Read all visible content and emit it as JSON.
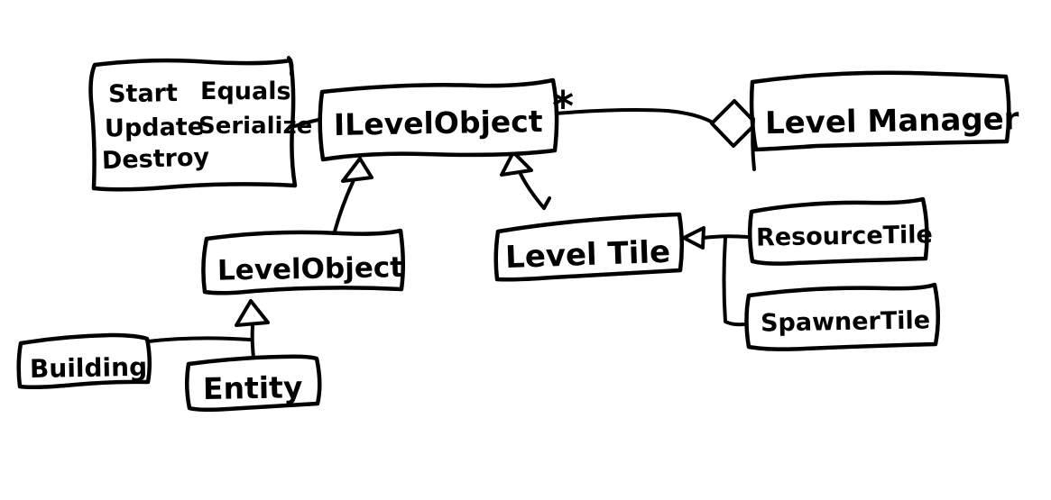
{
  "diagram": {
    "kind": "hand-drawn-uml-class-diagram",
    "colors": {
      "ink": "#000000",
      "paper": "#ffffff"
    },
    "nodes": {
      "methods_note": {
        "column1": [
          "Start",
          "Update",
          "Destroy"
        ],
        "column2": [
          "Equals",
          "Serialize"
        ]
      },
      "ilevel_object": {
        "label": "ILevelObject"
      },
      "level_manager": {
        "label": "Level Manager"
      },
      "level_object": {
        "label": "LevelObject"
      },
      "level_tile": {
        "label": "Level Tile"
      },
      "resource_tile": {
        "label": "ResourceTile"
      },
      "spawner_tile": {
        "label": "SpawnerTile"
      },
      "building": {
        "label": "Building"
      },
      "entity": {
        "label": "Entity"
      }
    },
    "labels": {
      "multiplicity_star": "*"
    },
    "edges": [
      {
        "from": "methods_note",
        "to": "ILevelObject",
        "type": "note-attachment"
      },
      {
        "from": "ILevelObject",
        "to": "Level Manager",
        "type": "aggregation",
        "multiplicity": "*"
      },
      {
        "from": "LevelObject",
        "to": "ILevelObject",
        "type": "realization"
      },
      {
        "from": "Level Tile",
        "to": "ILevelObject",
        "type": "realization"
      },
      {
        "from": "ResourceTile",
        "to": "Level Tile",
        "type": "inheritance"
      },
      {
        "from": "SpawnerTile",
        "to": "Level Tile",
        "type": "inheritance"
      },
      {
        "from": "Building",
        "to": "LevelObject",
        "type": "inheritance"
      },
      {
        "from": "Entity",
        "to": "LevelObject",
        "type": "inheritance"
      }
    ]
  }
}
